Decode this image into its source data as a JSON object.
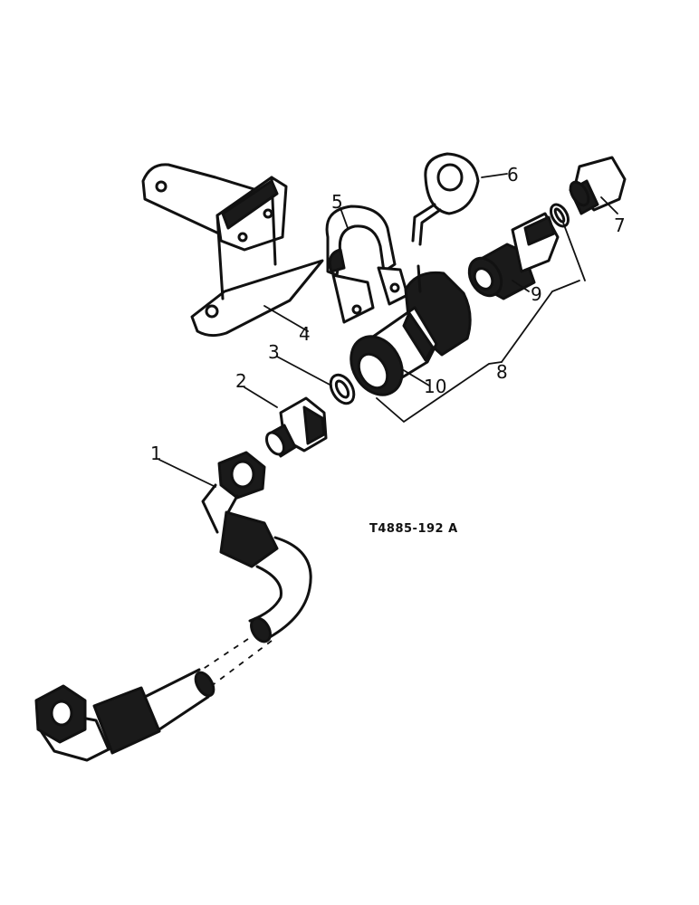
{
  "diagram": {
    "reference_code": "T4885-192 A",
    "callouts": [
      {
        "id": "1",
        "text": "1"
      },
      {
        "id": "2",
        "text": "2"
      },
      {
        "id": "3",
        "text": "3"
      },
      {
        "id": "4",
        "text": "4"
      },
      {
        "id": "5",
        "text": "5"
      },
      {
        "id": "6",
        "text": "6"
      },
      {
        "id": "7",
        "text": "7"
      },
      {
        "id": "8",
        "text": "8"
      },
      {
        "id": "9",
        "text": "9"
      },
      {
        "id": "10",
        "text": "10"
      }
    ]
  }
}
